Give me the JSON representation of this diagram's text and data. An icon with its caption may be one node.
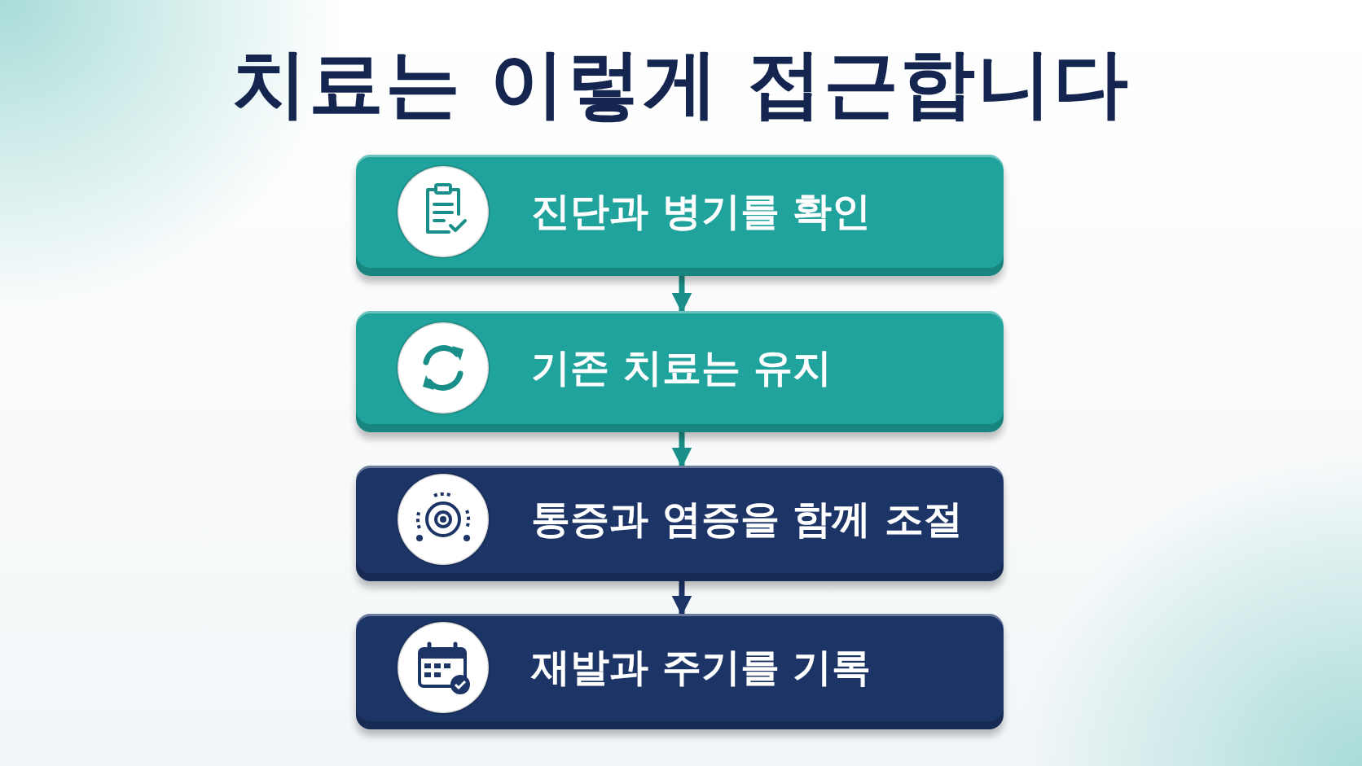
{
  "diagram": {
    "title": "치료는 이렇게 접근합니다",
    "nodes": [
      {
        "text": [
          "진단과 병기를 확인"
        ]
      },
      {
        "text": [
          "기존 치료는 유지"
        ]
      },
      {
        "text": [
          "통증과 염증을 함께 조절"
        ]
      },
      {
        "text": [
          "재발과 주기를 기록"
        ]
      }
    ],
    "edges": [
      {
        "from": 0,
        "to": 1,
        "arrow": "to"
      },
      {
        "from": 1,
        "to": 2,
        "arrow": "to"
      },
      {
        "from": 2,
        "to": 3,
        "arrow": "to",
        "color": "#1c3466"
      }
    ]
  }
}
